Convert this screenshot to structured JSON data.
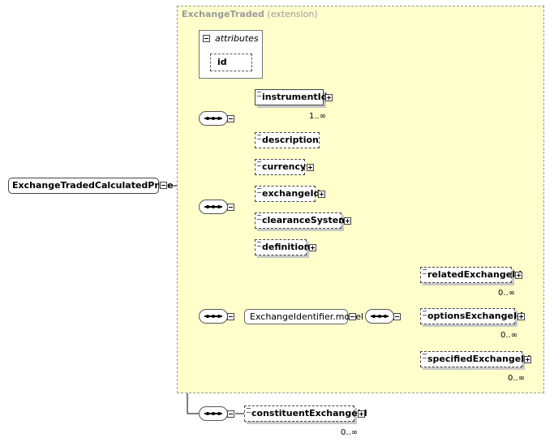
{
  "extension": {
    "name": "ExchangeTraded",
    "suffix": "(extension)"
  },
  "attributes": {
    "label": "attributes",
    "items": [
      "id"
    ]
  },
  "root": {
    "label": "ExchangeTradedCalculatedPrice"
  },
  "sequence1": {
    "items": [
      {
        "label": "instrumentId",
        "cardinality": "1..∞"
      },
      {
        "label": "description"
      }
    ]
  },
  "sequence2": {
    "items": [
      {
        "label": "currency"
      },
      {
        "label": "exchangeId"
      },
      {
        "label": "clearanceSystem"
      },
      {
        "label": "definition"
      }
    ]
  },
  "model_group": {
    "label": "ExchangeIdentifier.model",
    "items": [
      {
        "label": "relatedExchangeId",
        "cardinality": "0..∞"
      },
      {
        "label": "optionsExchangeId",
        "cardinality": "0..∞"
      },
      {
        "label": "specifiedExchangeId",
        "cardinality": "0..∞"
      }
    ]
  },
  "outside": {
    "label": "constituentExchangeId",
    "cardinality": "0..∞"
  }
}
